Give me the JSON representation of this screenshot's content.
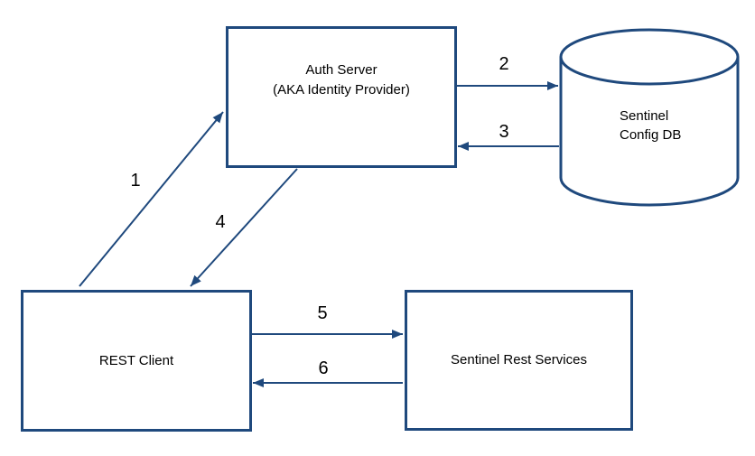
{
  "colors": {
    "line": "#1F497D",
    "text": "#000000",
    "background": "#FFFFFF"
  },
  "nodes": {
    "auth_server": {
      "line1": "Auth Server",
      "line2": "(AKA Identity Provider)"
    },
    "sentinel_config_db": {
      "line1": "Sentinel",
      "line2": "Config DB"
    },
    "rest_client": {
      "label": "REST Client"
    },
    "sentinel_rest_services": {
      "label": "Sentinel Rest Services"
    }
  },
  "arrows": [
    {
      "label": "1",
      "from": "REST Client",
      "to": "Auth Server (AKA Identity Provider)"
    },
    {
      "label": "2",
      "from": "Auth Server (AKA Identity Provider)",
      "to": "Sentinel Config DB"
    },
    {
      "label": "3",
      "from": "Sentinel Config DB",
      "to": "Auth Server (AKA Identity Provider)"
    },
    {
      "label": "4",
      "from": "Auth Server (AKA Identity Provider)",
      "to": "REST Client"
    },
    {
      "label": "5",
      "from": "REST Client",
      "to": "Sentinel Rest Services"
    },
    {
      "label": "6",
      "from": "Sentinel Rest Services",
      "to": "REST Client"
    }
  ]
}
